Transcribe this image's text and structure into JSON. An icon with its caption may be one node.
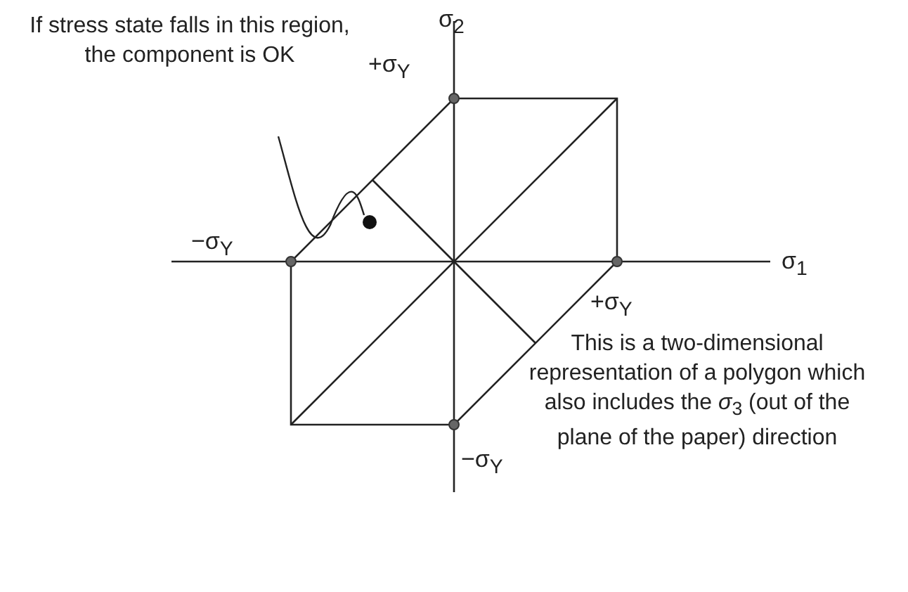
{
  "diagram": {
    "nodes": [
      {
        "text": [
          "If stress state falls in this region, the component is OK"
        ]
      },
      {
        "text": [],
        "shape": "circle"
      }
    ],
    "edges": [
      {
        "from": 0,
        "to": 1,
        "arrow": "none"
      }
    ],
    "labels": [
      "σ$_{2}$",
      "+σ$_{Y}$",
      "−σ$_{Y}$",
      "σ$_{1}$",
      "+σ$_{Y}$",
      "−σ$_{Y}$",
      "This is a two-dimensional representation of a polygon which also includes the *σ*$_{3}$ (out of the plane of the paper) direction"
    ]
  }
}
